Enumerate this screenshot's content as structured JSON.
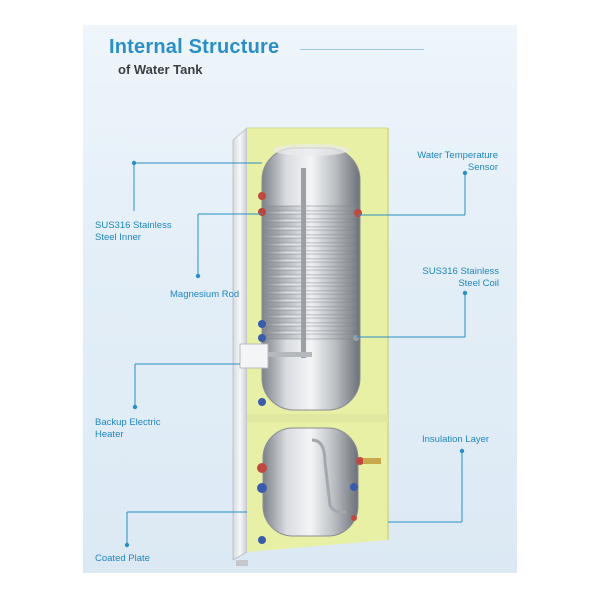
{
  "title": "Internal Structure",
  "subtitle": "of Water Tank",
  "colors": {
    "accent": "#2a8fc4",
    "insulation": "#e8f0a6",
    "leader": "#2a8fc4"
  },
  "labels": {
    "water_temp_sensor": "Water Temperature Sensor",
    "steel_inner": "SUS316 Stainless Steel Inner",
    "magnesium_rod": "Magnesium Rod",
    "steel_coil": "SUS316 Stainless Steel Coil",
    "backup_heater": "Backup Electric Heater",
    "insulation_layer": "Insulation Layer",
    "coated_plate": "Coated Plate"
  }
}
